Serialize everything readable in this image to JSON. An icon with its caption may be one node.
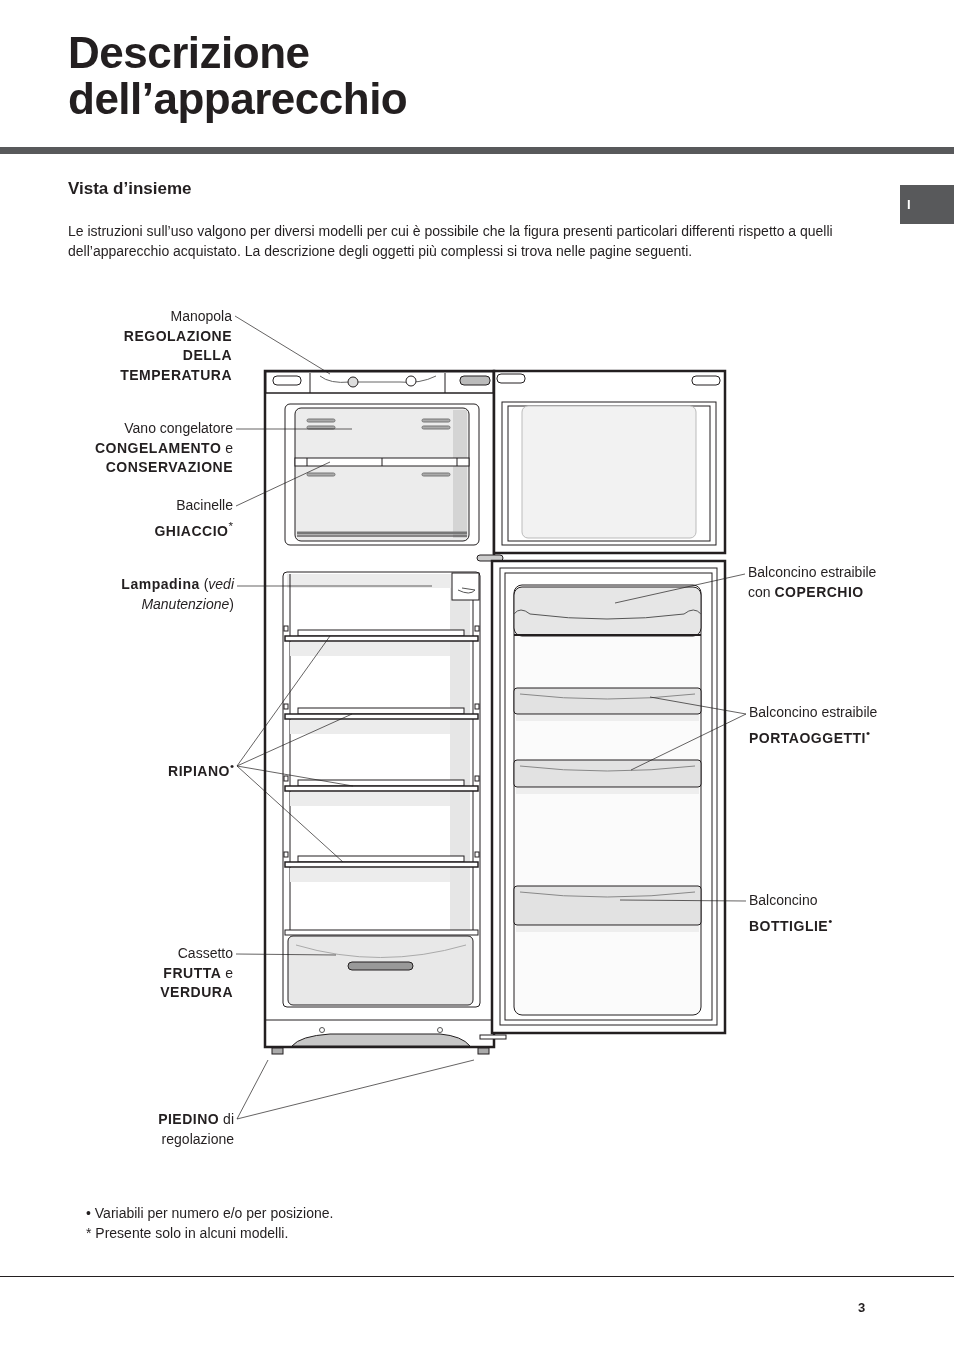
{
  "diagram": {
    "title": "Descrizione dell’apparecchio",
    "nodes": [
      {
        "text": [
          "Manopola **REGOLAZIONE DELLA TEMPERATURA**"
        ]
      },
      {
        "text": [
          "Vano congelatore **CONGELAMENTO** e **CONSERVAZIONE**"
        ]
      },
      {
        "text": [
          "Bacinelle **GHIACCIO**$^{*}$"
        ]
      },
      {
        "text": [
          "**Lampadina** (*vedi Manutenzione*)"
        ]
      },
      {
        "text": [
          "**RIPIANO**$^{•}$"
        ]
      },
      {
        "text": [
          "Cassetto **FRUTTA** e **VERDURA**"
        ]
      },
      {
        "text": [
          "**PIEDINO** di regolazione"
        ]
      },
      {
        "text": [
          "Balconcino estraibile con **COPERCHIO**"
        ]
      },
      {
        "text": [
          "Balconcino estraibile **PORTAOGGETTI**$^{•}$"
        ]
      },
      {
        "text": [
          "Balconcino **BOTTIGLIE**$^{•}$"
        ]
      }
    ],
    "edges": [
      {
        "from": 0,
        "to": null,
        "arrow": "none"
      },
      {
        "from": 1,
        "to": null,
        "arrow": "none"
      },
      {
        "from": 2,
        "to": null,
        "arrow": "none"
      },
      {
        "from": 3,
        "to": null,
        "arrow": "none"
      },
      {
        "from": 4,
        "to": null,
        "arrow": "none"
      },
      {
        "from": 4,
        "to": null,
        "arrow": "none"
      },
      {
        "from": 4,
        "to": null,
        "arrow": "none"
      },
      {
        "from": 4,
        "to": null,
        "arrow": "none"
      },
      {
        "from": 5,
        "to": null,
        "arrow": "none"
      },
      {
        "from": 6,
        "to": null,
        "arrow": "none"
      },
      {
        "from": 6,
        "to": null,
        "arrow": "none"
      },
      {
        "from": 7,
        "to": null,
        "arrow": "none"
      },
      {
        "from": 8,
        "to": null,
        "arrow": "none"
      },
      {
        "from": 8,
        "to": null,
        "arrow": "none"
      },
      {
        "from": 9,
        "to": null,
        "arrow": "none"
      }
    ],
    "labels": [
      "Vista d’insieme",
      "I",
      "Le istruzioni sull’uso valgono per diversi modelli per cui è possibile che la figura presenti particolari differenti rispetto a quelli dell’apparecchio acquistato. La descrizione degli oggetti più complessi si trova nelle pagine seguenti.",
      "• Variabili per numero e/o per posizione.",
      "* Presente solo in alcuni modelli.",
      "3"
    ]
  }
}
